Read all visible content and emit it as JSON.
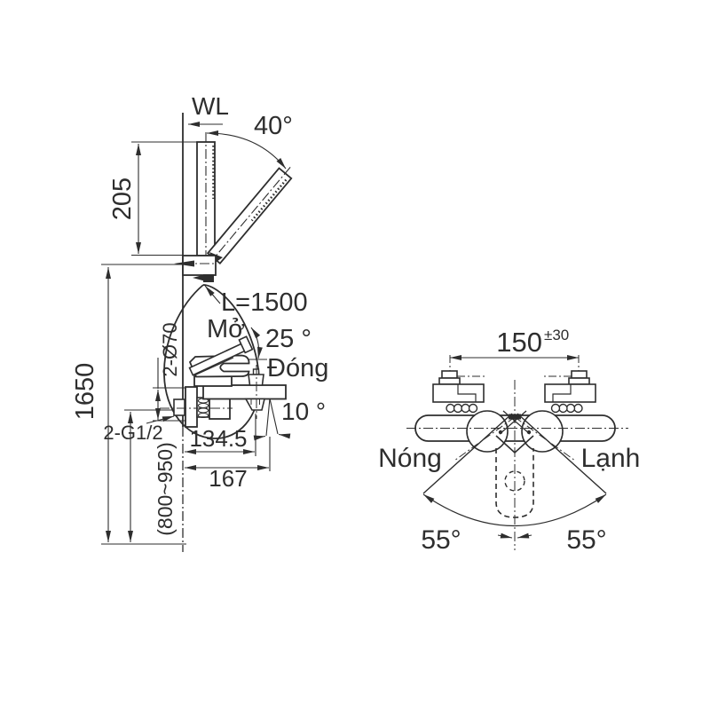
{
  "colors": {
    "line": "#2e2e2e",
    "background": "#ffffff"
  },
  "side_view": {
    "wall_label": "WL",
    "shower_swing_angle": "40°",
    "shower_head_height": "205",
    "hose_length": "L=1500",
    "handle_open_label": "Mở",
    "handle_open_angle": "25 °",
    "handle_close_label": "Đóng",
    "spout_tilt_angle": "10 °",
    "flange_note": "2-Ø70",
    "inlet_thread_note": "2-G1/2",
    "install_height": "1650",
    "faucet_height_range": "(800~950)",
    "spout_center_reach": "134.5",
    "spout_total_reach": "167"
  },
  "front_view": {
    "hot_cold_distance": "150",
    "distance_tolerance": "±30",
    "hot_label": "Nóng",
    "cold_label": "Lạnh",
    "handle_swing_left": "55°",
    "handle_swing_right": "55°"
  }
}
